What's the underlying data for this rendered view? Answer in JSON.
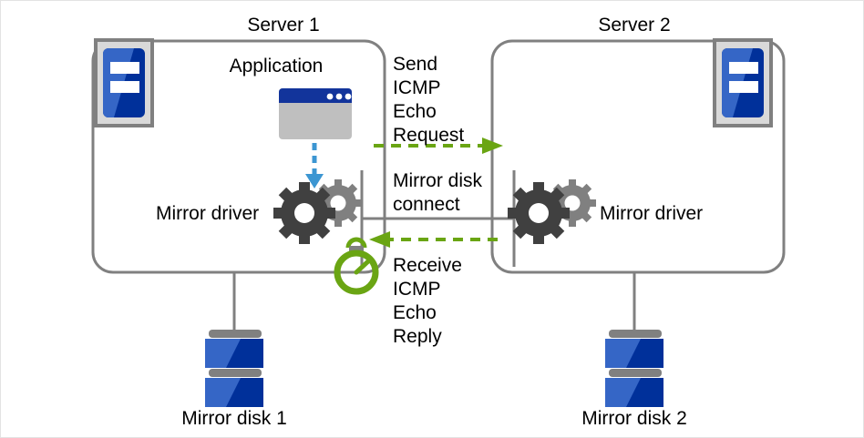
{
  "diagram": {
    "title_server1": "Server 1",
    "title_server2": "Server 2",
    "application_label": "Application",
    "mirror_driver_left_label": "Mirror driver",
    "mirror_driver_right_label": "Mirror driver",
    "mirror_disk_connect_label": "Mirror disk\nconnect",
    "send_icmp_label": "Send\nICMP\nEcho\nRequest",
    "receive_icmp_label": "Receive\nICMP\nEcho\nReply",
    "mirror_disk1_label": "Mirror disk 1",
    "mirror_disk2_label": "Mirror disk 2"
  },
  "icons": {
    "server1": "server-icon",
    "server2": "server-icon",
    "application": "app-window-icon",
    "gears_left": "gears-icon",
    "gears_right": "gears-icon",
    "disk1": "disk-stack-icon",
    "disk2": "disk-stack-icon",
    "timer": "stopwatch-icon",
    "arrow_down": "arrow-down-icon",
    "arrow_request": "arrow-right-dashed-icon",
    "arrow_reply": "arrow-left-dashed-icon"
  },
  "colors": {
    "frame_border": "#e3e3e3",
    "box_stroke": "#808080",
    "green_accent": "#6aa513",
    "green_dark": "#5f9c0a",
    "blue_light": "#3566c6",
    "blue_dark": "#00309a",
    "blue_title": "#12349b",
    "gray_light": "#bfbfbf",
    "gray_mid": "#808080",
    "gear_dark": "#404040",
    "gear_light": "#808080",
    "arrow_blue": "#3c96d2",
    "text": "#000000"
  }
}
